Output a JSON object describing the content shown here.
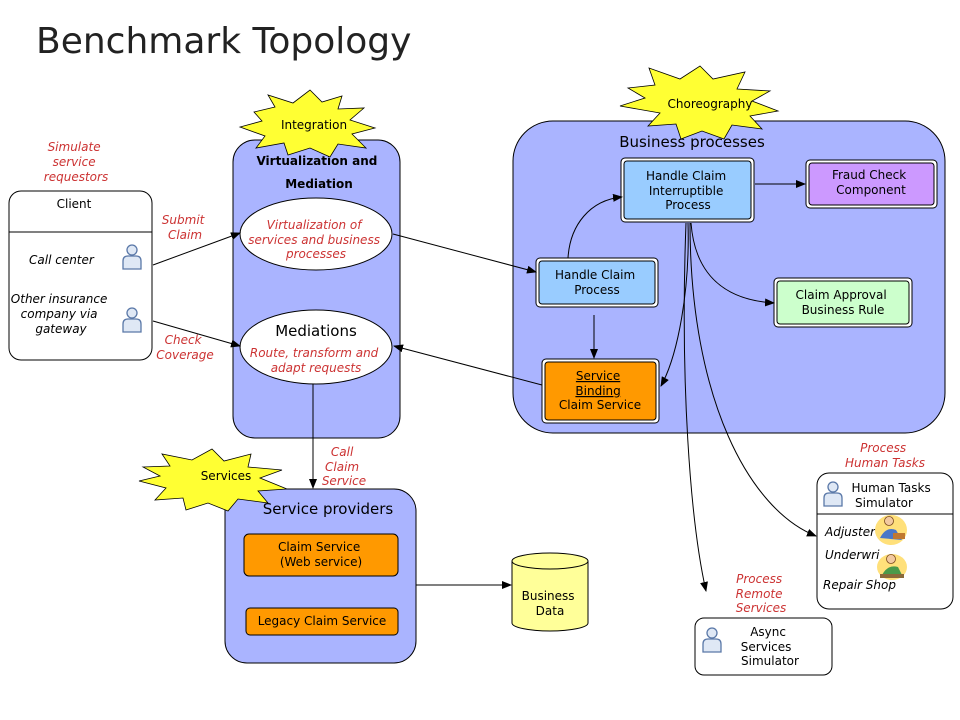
{
  "title": "Benchmark Topology",
  "colors": {
    "lavender": "#aab4ff",
    "light_blue": "#99ccff",
    "purple": "#cc99ff",
    "light_green": "#ccffcc",
    "orange": "#ff9900",
    "yellow": "#ffff99",
    "star_yellow": "#ffff33",
    "annotation_red": "#cc3333"
  },
  "stars": {
    "integration": "Integration",
    "choreography": "Choreography",
    "services": "Services"
  },
  "client": {
    "title": "Client",
    "call_center": "Call center",
    "other_insurance_lines": [
      "Other insurance",
      "company via",
      "gateway"
    ],
    "icons": [
      "person-icon",
      "person-icon"
    ]
  },
  "annotations": {
    "simulate_requestors": [
      "Simulate",
      "service",
      "requestors"
    ],
    "submit_claim": [
      "Submit",
      "Claim"
    ],
    "check_coverage": [
      "Check",
      "Coverage"
    ],
    "call_claim_service": [
      "Call",
      "Claim",
      "Service"
    ],
    "process_human_tasks": [
      "Process",
      "Human Tasks"
    ],
    "process_remote_services": [
      "Process",
      "Remote",
      "Services"
    ]
  },
  "virtualization": {
    "title_lines": [
      "Virtualization and",
      "Mediation"
    ],
    "virtual_lines": [
      "Virtualization of",
      "services and business",
      "processes"
    ],
    "mediations_title": "Mediations",
    "mediations_lines": [
      "Route, transform and",
      "adapt requests"
    ]
  },
  "business": {
    "title": "Business processes",
    "interruptible_lines": [
      "Handle Claim",
      "Interruptible",
      "Process"
    ],
    "fraud_lines": [
      "Fraud Check",
      "Component"
    ],
    "handle_claim_lines": [
      "Handle Claim",
      "Process"
    ],
    "approval_lines": [
      "Claim Approval",
      "Business Rule"
    ],
    "binding_lines": [
      "Service",
      "Binding",
      "Claim Service"
    ]
  },
  "providers": {
    "title": "Service providers",
    "claim_service_lines": [
      "Claim Service",
      "(Web service)"
    ],
    "legacy": "Legacy Claim Service"
  },
  "database": {
    "lines": [
      "Business",
      "Data"
    ]
  },
  "async": {
    "lines": [
      "Async",
      "Services",
      "Simulator"
    ]
  },
  "human": {
    "title_lines": [
      "Human Tasks",
      "Simulator"
    ],
    "adjuster": "Adjuster",
    "underwriter": "Underwri",
    "repair": "Repair Shop"
  }
}
